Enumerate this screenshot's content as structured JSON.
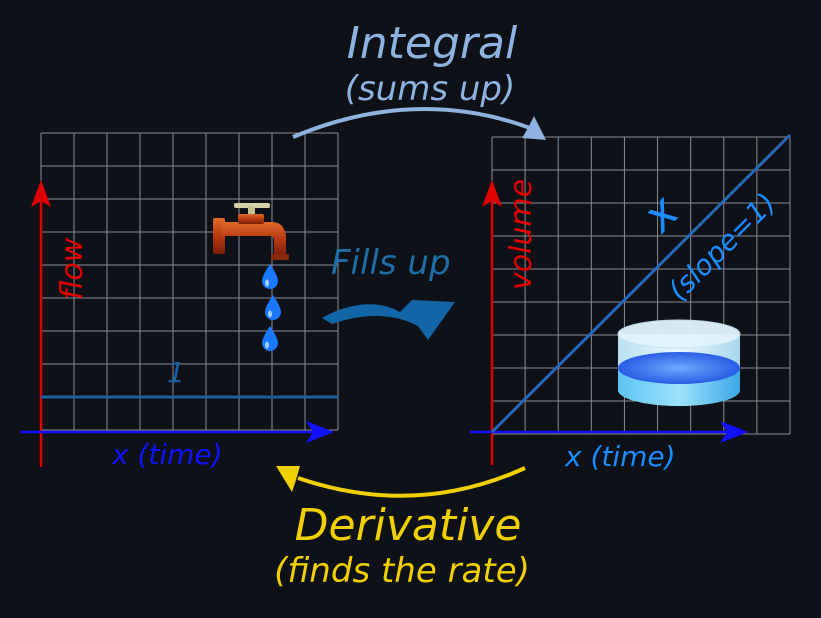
{
  "integral": {
    "title": "Integral",
    "subtitle": "(sums up)"
  },
  "derivative": {
    "title": "Derivative",
    "subtitle": "(finds the rate)"
  },
  "center_label": "Fills up",
  "left_graph": {
    "y_label": "flow",
    "x_label": "x (time)",
    "line_label": "1",
    "line_value": 1
  },
  "right_graph": {
    "y_label": "volume",
    "x_label": "x (time)",
    "line_label": "x",
    "line_sublabel": "(slope=1)",
    "slope": 1
  },
  "icons": {
    "left": "faucet-icon",
    "right": "water-container-icon",
    "center": "swoosh-arrow-icon"
  },
  "colors": {
    "background": "#0e1117",
    "grid": "#8a8d93",
    "axis_y": "#e00000",
    "axis_x": "#1010ff",
    "left_line": "#1a5fa0",
    "right_line": "#2a66b8",
    "integral": "#8eb3e0",
    "derivative": "#f0d000",
    "fills_up": "#1e6ea8",
    "x_label_right": "#1a8cff",
    "faucet": "#b83a12",
    "drops": "#1a78ff",
    "cylinder_top": "#d7f0fb",
    "cylinder_water": "#3aaaf0"
  }
}
